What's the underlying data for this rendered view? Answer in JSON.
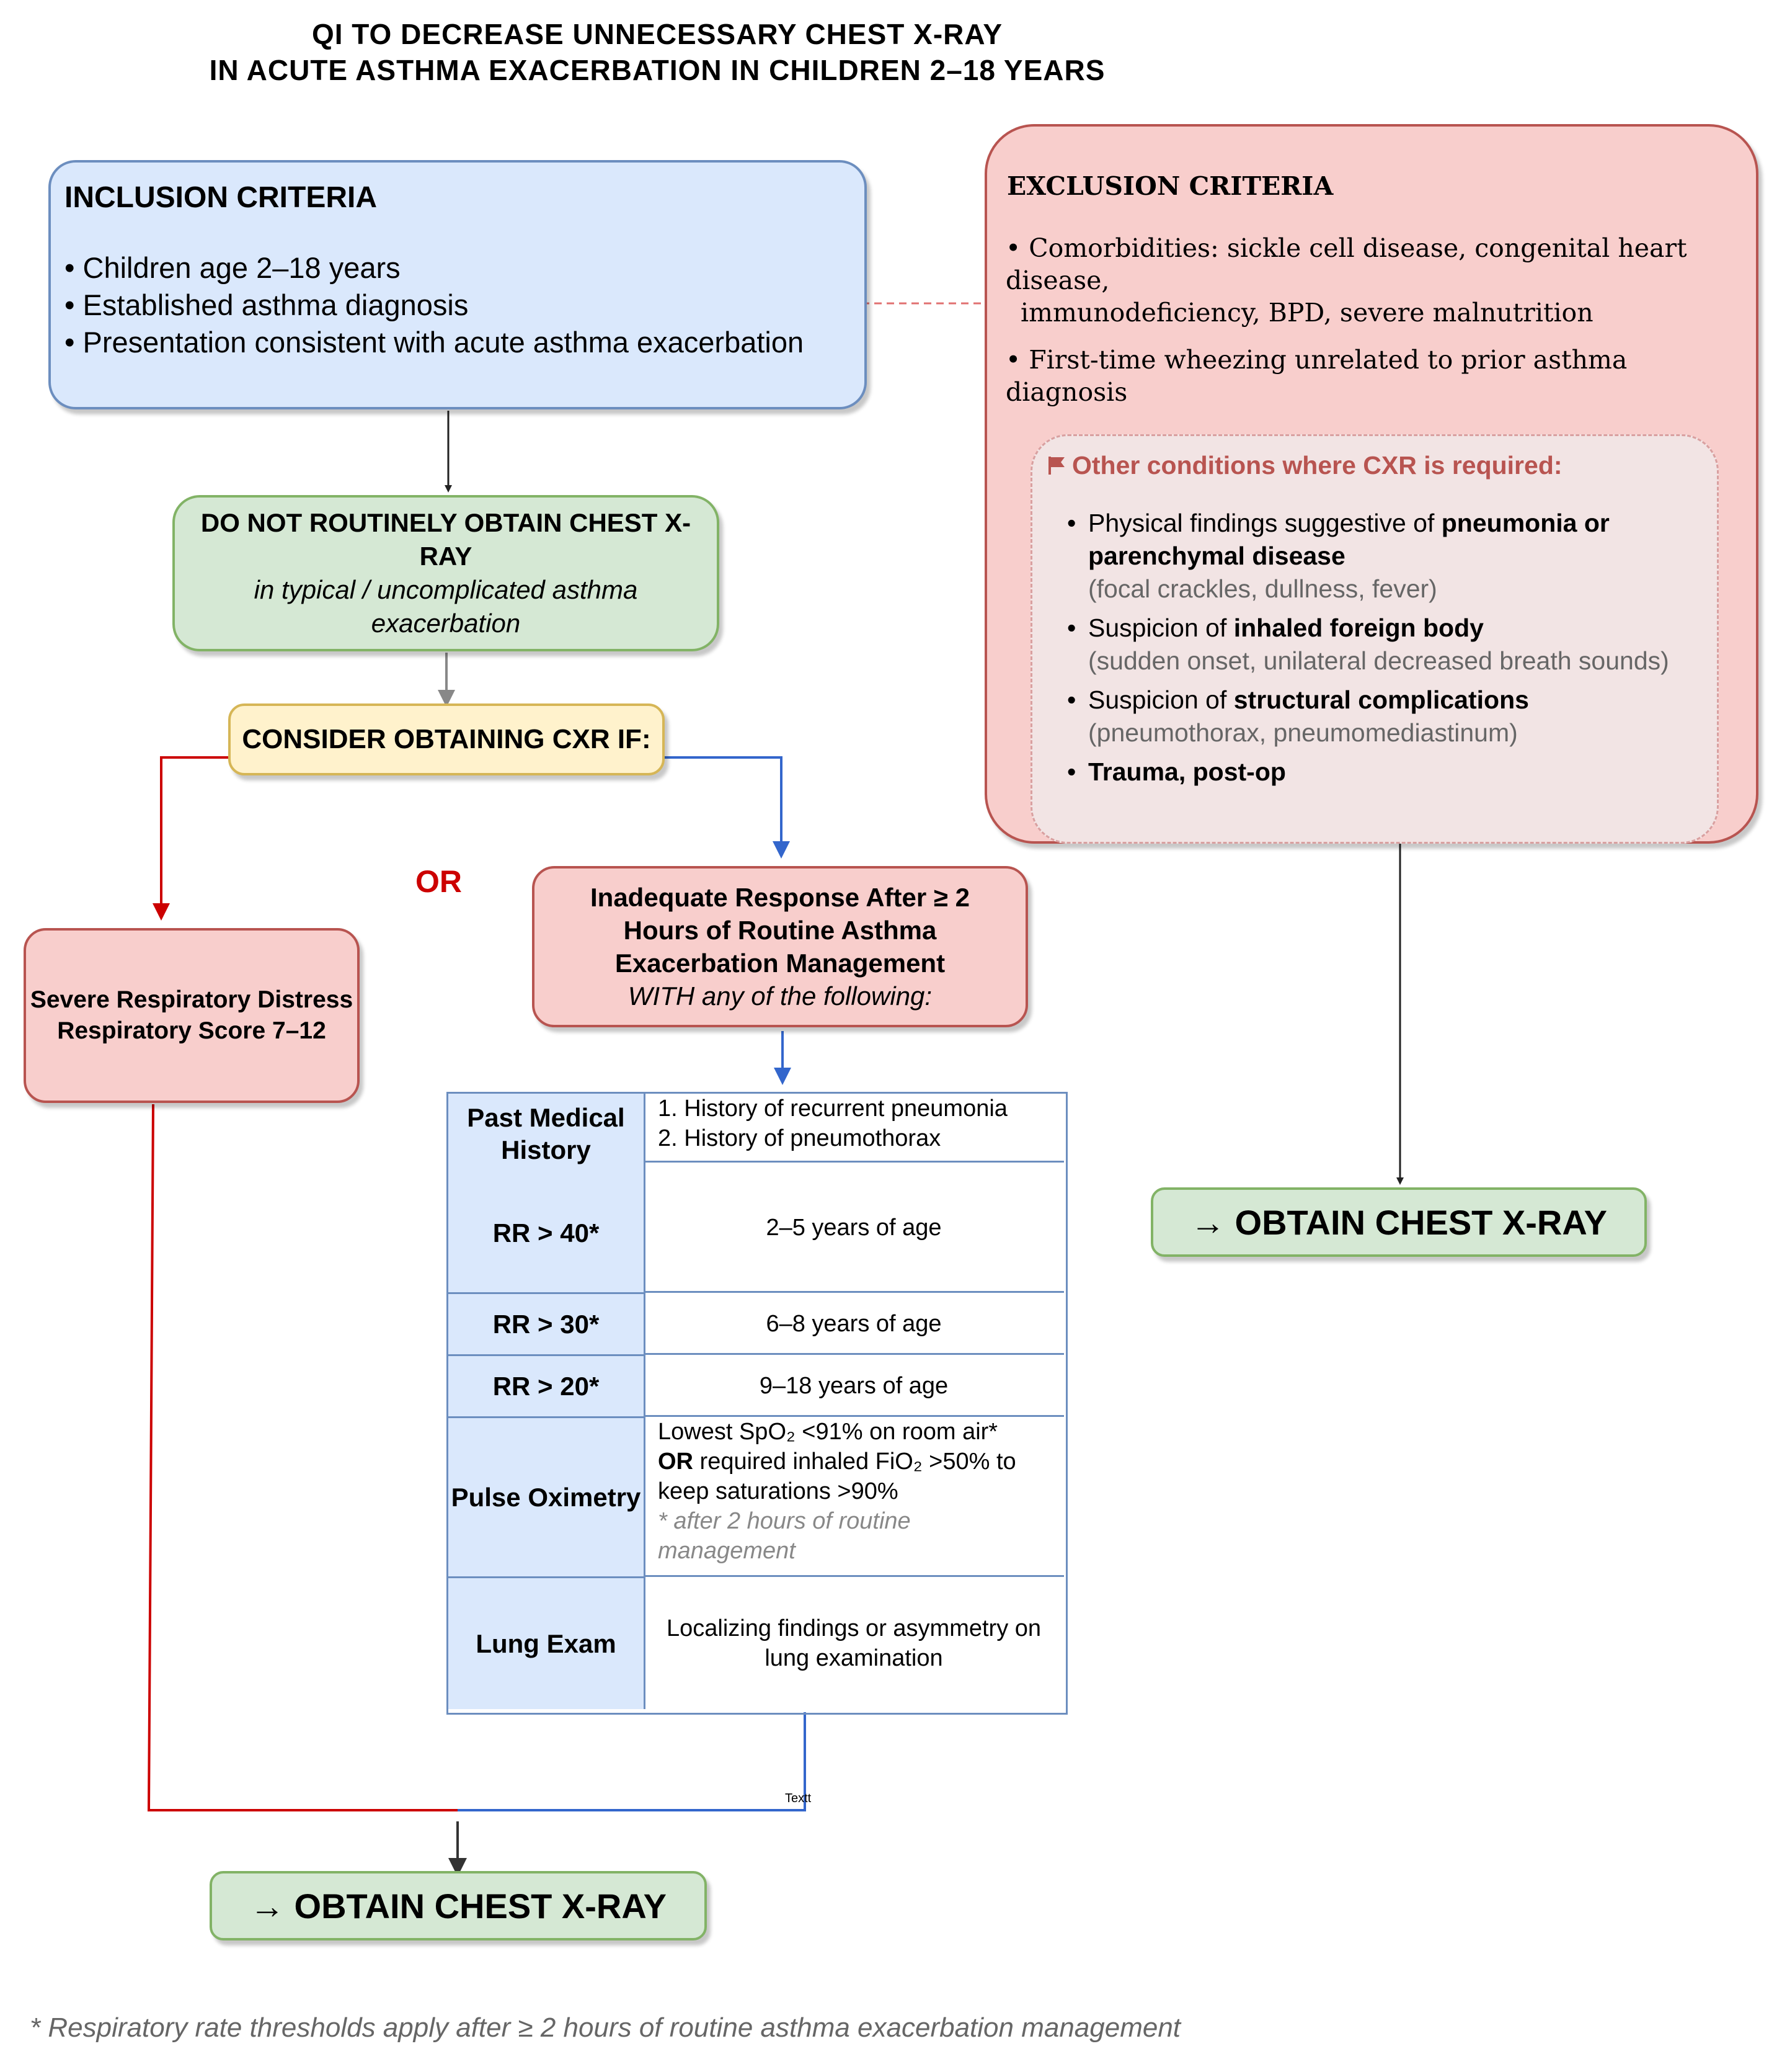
{
  "title": {
    "line1": "QI TO DECREASE UNNECESSARY CHEST X-RAY",
    "line2": "IN ACUTE ASTHMA EXACERBATION IN CHILDREN 2–18 YEARS"
  },
  "inclusion": {
    "heading": "INCLUSION CRITERIA",
    "items": [
      "• Children age 2–18 years",
      "• Established asthma diagnosis",
      "• Presentation consistent with acute asthma exacerbation"
    ]
  },
  "exclusion": {
    "heading": "EXCLUSION CRITERIA",
    "item1_line1": "• Comorbidities: sickle cell disease, congenital heart disease,",
    "item1_line2": "immunodeficiency, BPD, severe malnutrition",
    "item2": "• First-time wheezing unrelated to prior asthma diagnosis",
    "other": {
      "heading": "Other conditions where CXR is required:",
      "items": [
        {
          "prefix": "Physical findings suggestive of ",
          "bold": "pneumonia or parenchymal disease",
          "sub": "(focal crackles, dullness, fever)"
        },
        {
          "prefix": "Suspicion of ",
          "bold": "inhaled foreign body",
          "sub": "(sudden onset, unilateral decreased breath sounds)"
        },
        {
          "prefix": "Suspicion of ",
          "bold": "structural complications",
          "sub": "(pneumothorax, pneumomediastinum)"
        },
        {
          "prefix": "",
          "bold": "Trauma, post-op",
          "sub": ""
        }
      ]
    }
  },
  "do_not": {
    "line1": "DO NOT ROUTINELY OBTAIN CHEST X-RAY",
    "line2": "in typical / uncomplicated asthma exacerbation"
  },
  "consider": "CONSIDER OBTAINING CXR IF:",
  "or_label": "OR",
  "severe": {
    "line1": "Severe Respiratory Distress",
    "line2": "Respiratory Score 7–12"
  },
  "inadequate": {
    "line1": "Inadequate Response After ≥ 2 Hours of Routine Asthma Exacerbation Management",
    "line2": "WITH any of the following:"
  },
  "criteria_table": {
    "pmh_label": "Past Medical History",
    "pmh_items": [
      "1. History of recurrent pneumonia",
      "2. History of pneumothorax"
    ],
    "rr40_label": "RR > 40*",
    "rr40_value": "2–5 years of age",
    "rr30_label": "RR > 30*",
    "rr30_value": "6–8 years of age",
    "rr20_label": "RR > 20*",
    "rr20_value": "9–18 years of age",
    "pulse_label": "Pulse Oximetry",
    "pulse_line1": "Lowest SpO₂ <91% on room air*",
    "pulse_or": "OR",
    "pulse_line2": " required inhaled FiO₂ >50% to keep saturations >90%",
    "pulse_note": "* after 2 hours of routine management",
    "lung_label": "Lung Exam",
    "lung_value": "Localizing findings or asymmetry on lung examination"
  },
  "stray_text": "Textt",
  "obtain_left": "→ OBTAIN CHEST X-RAY",
  "obtain_right": "→ OBTAIN CHEST X-RAY",
  "footnote": "* Respiratory rate thresholds apply after ≥ 2 hours of routine asthma exacerbation management",
  "colors": {
    "blue_fill": "#dae8fc",
    "blue_stroke": "#6c8ebf",
    "green_fill": "#d5e8d4",
    "green_stroke": "#82b366",
    "yellow_fill": "#fff2cc",
    "yellow_stroke": "#d6b656",
    "red_fill": "#f8cecc",
    "red_stroke": "#b85450",
    "red_line": "#cc0000",
    "blue_line": "#3366cc"
  }
}
